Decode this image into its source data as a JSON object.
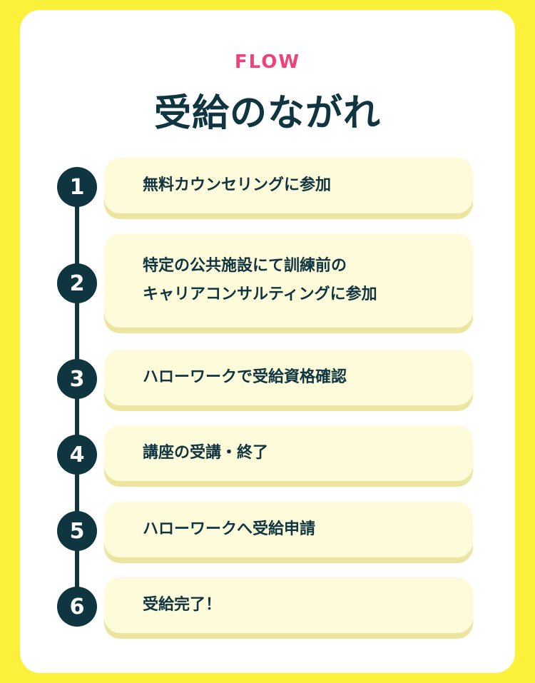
{
  "header": {
    "eyebrow": "FLOW",
    "title": "受給のながれ"
  },
  "colors": {
    "background": "#fbf03a",
    "accent": "#f0417a",
    "dark": "#0f3540",
    "step_fill": "#fdfbd9",
    "step_shadow": "#ece59f"
  },
  "steps": [
    {
      "number": "1",
      "text": "無料カウンセリングに参加"
    },
    {
      "number": "2",
      "text": "特定の公共施設にて訓練前の\nキャリアコンサルティングに参加"
    },
    {
      "number": "3",
      "text": "ハローワークで受給資格確認"
    },
    {
      "number": "4",
      "text": "講座の受講・終了"
    },
    {
      "number": "5",
      "text": "ハローワークへ受給申請"
    },
    {
      "number": "6",
      "text": "受給完了！"
    }
  ]
}
